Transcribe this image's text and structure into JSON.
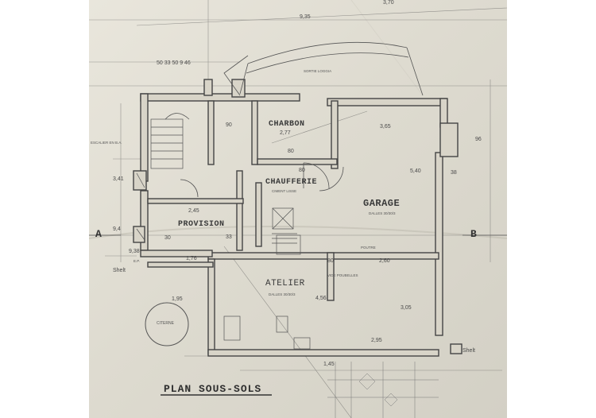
{
  "plan": {
    "title": "PLAN SOUS-SOLS",
    "section_marks": {
      "left": "A",
      "right": "B"
    },
    "rooms": {
      "charbon": "CHARBON",
      "chaufferie": "CHAUFFERIE",
      "garage": "GARAGE",
      "provision": "PROVISION",
      "atelier": "ATELIER",
      "citerne": "CITERNE"
    },
    "notes": {
      "dalles_garage": "DALLES 30/30/3",
      "dalles_atelier": "DALLES 30/30/3",
      "ciment_lisse": "CIMENT LISSE",
      "poutre": "POUTRE",
      "vide_poubelles": "VIDE POUBELLES",
      "escalier": "ESCALIER EN B.A.",
      "sortie": "SORTIE LOGGIA",
      "ep": "E.P.",
      "shelt_right": "Shelt",
      "shelt_left": "Shelt"
    },
    "dims": {
      "top_total": "9,35",
      "top_right": "3,70",
      "top_row": "50  33 50  9  46",
      "charbon_w": "2,77",
      "garage_w": "3,65",
      "garage_h": "5,40",
      "atelier_w": "4,56",
      "atelier_h": "3,05",
      "d_80": "80",
      "d_80b": "80",
      "d_80c": "80",
      "d_2_45": "2,45",
      "d_90": "90",
      "d_33": "33",
      "d_1_76": "1,76",
      "d_2_60": "2,60",
      "d_1_95": "1,95",
      "d_2_95": "2,95",
      "d_38": "38",
      "d_96": "96",
      "d_9_38": "9,38",
      "d_3_41": "3,41",
      "d_9_4": "9,4",
      "d_1_45": "1,45",
      "d_30": "30"
    }
  }
}
